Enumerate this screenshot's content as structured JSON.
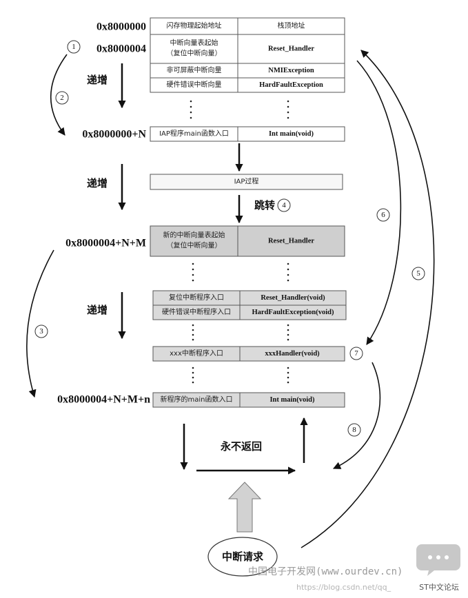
{
  "addresses": {
    "flash_start": "0x8000000",
    "vector_start": "0x8000004",
    "iap_main": "0x8000000+N",
    "new_vector_start": "0x8000004+N+M",
    "new_main": "0x8000004+N+M+n"
  },
  "labels": {
    "increment": "递增",
    "jump": "跳转",
    "never_return": "永不返回",
    "interrupt_request": "中断请求"
  },
  "iap_vector_table": [
    {
      "left": [
        "闪存物理起始地址"
      ],
      "right": "栈顶地址"
    },
    {
      "left": [
        "中断向量表起始",
        "（复位中断向量）"
      ],
      "right": "Reset_Handler"
    },
    {
      "left": [
        "非可屏蔽中断向量"
      ],
      "right": "NMIException"
    },
    {
      "left": [
        "硬件错误中断向量"
      ],
      "right": "HardFaultException"
    }
  ],
  "iap_main_entry": {
    "left": "IAP程序main函数入口",
    "right": "Int main(void)"
  },
  "iap_process": "IAP过程",
  "new_vector_table": {
    "left": [
      "新的中断向量表起始",
      "（复位中断向量）"
    ],
    "right": "Reset_Handler"
  },
  "new_handlers": [
    {
      "left": "复位中断程序入口",
      "right": "Reset_Handler(void)"
    },
    {
      "left": "硬件错误中断程序入口",
      "right": "HardFaultException(void)"
    }
  ],
  "xxx_handler": {
    "left": "xxx中断程序入口",
    "right": "xxxHandler(void)"
  },
  "new_main_entry": {
    "left": "新程序的main函数入口",
    "right": "Int main(void)"
  },
  "steps": [
    "1",
    "2",
    "3",
    "4",
    "5",
    "6",
    "7",
    "8"
  ],
  "watermark": {
    "site": "中国电子开发网(www.ourdev.cn)",
    "url": "https://blog.csdn.net/qq_",
    "forum": "ST中文论坛"
  },
  "colors": {
    "cell_white": "#ffffff",
    "cell_light": "#f7f7f7",
    "cell_gray": "#dadada",
    "cell_gray_dark": "#cfcfcf",
    "hollow_arrow": "#d2d2d2",
    "logo_gray": "#c8c8c8"
  }
}
